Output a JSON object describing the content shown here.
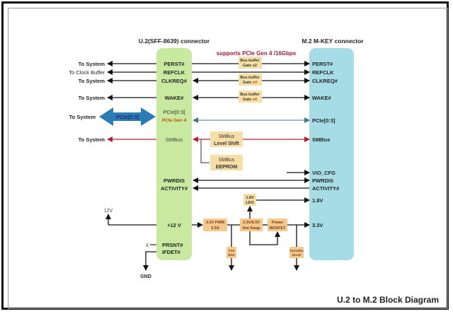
{
  "title": "U.2 to M.2 Block Diagram",
  "colors": {
    "u2_box": "#c9e9a0",
    "m2_box": "#a6dce6",
    "buffer_box": "#f6dfa6",
    "power_box": "#f5c98e",
    "pcie_arrow": "#2b7bb5",
    "pcie_label": "#1a2f7a",
    "smbus_line": "#b0242a",
    "pcie_line": "#3a7a8c",
    "accent_red": "#9b1b3a",
    "gen4_orange": "#c05000"
  },
  "u2": {
    "header": "U.2(SFF-8639) connector",
    "signals": {
      "perst": "PERST#",
      "refclk": "REFCLK",
      "clkreq": "CLKREQ#",
      "wake": "WAKE#",
      "pcie": "PCIe[0:3]",
      "pcie_gen": "PCIe Gen 4",
      "smbus": "SMBus",
      "pwrdis": "PWRDIS",
      "activity": "ACTIVITY#",
      "v12": "+12 V",
      "prsnt": "PRSNT#",
      "ifdet": "IFDET#"
    }
  },
  "m2": {
    "header": "M.2 M-KEY connector",
    "signals": {
      "perst": "PERST#",
      "refclk": "REFCLK",
      "clkreq": "CLKREQ#",
      "wake": "WAKE#",
      "pcie": "PCIe[0:3]",
      "smbus": "SMBus",
      "vio_cfg": "VIO_CFG",
      "pwrdis": "PWRDIS",
      "activity": "ACTIVITY#",
      "v18": "1.8V",
      "v33": "3.3V"
    }
  },
  "left_labels": {
    "perst": "To System",
    "refclk": "To Clock Buffer",
    "clkreq": "To System",
    "wake": "To System",
    "pcie": "To System",
    "pcie_arrow": "PCIe[0:3]",
    "smbus": "To System",
    "v12": "12V",
    "gnd": "GND",
    "nc": "X"
  },
  "middle": {
    "supports": "supports PCIe Gen 4 /16Gbps",
    "buffer1": {
      "line1": "Bus buffer",
      "line2": "Gate x2"
    },
    "buffer2": {
      "line1": "Bus buffer",
      "line2": "Gate",
      "line2b": "x4"
    },
    "buffer3": {
      "line1": "Bus buffer",
      "line2": "Gate",
      "line2b": "x4"
    },
    "smbus_shift": {
      "line1": "SMBus",
      "line2": "Level Shift"
    },
    "smbus_eeprom": {
      "line1": "SMBus",
      "line2": "EEPROM"
    },
    "ldo": {
      "line1": "1.8V",
      "line2": "LDO"
    },
    "pwm": {
      "line1": "3.3V PWM",
      "line2": "5.5A"
    },
    "hotswap": {
      "line1": "3.3V/6.5V",
      "line2": "Hot Swap"
    },
    "mosfet": {
      "line1": "Power",
      "line2": "MOSFET"
    },
    "tvs": {
      "line1": "TVS",
      "line2": "ESD"
    },
    "schottky": {
      "line1": "Schottky",
      "line2": "Diode"
    }
  }
}
